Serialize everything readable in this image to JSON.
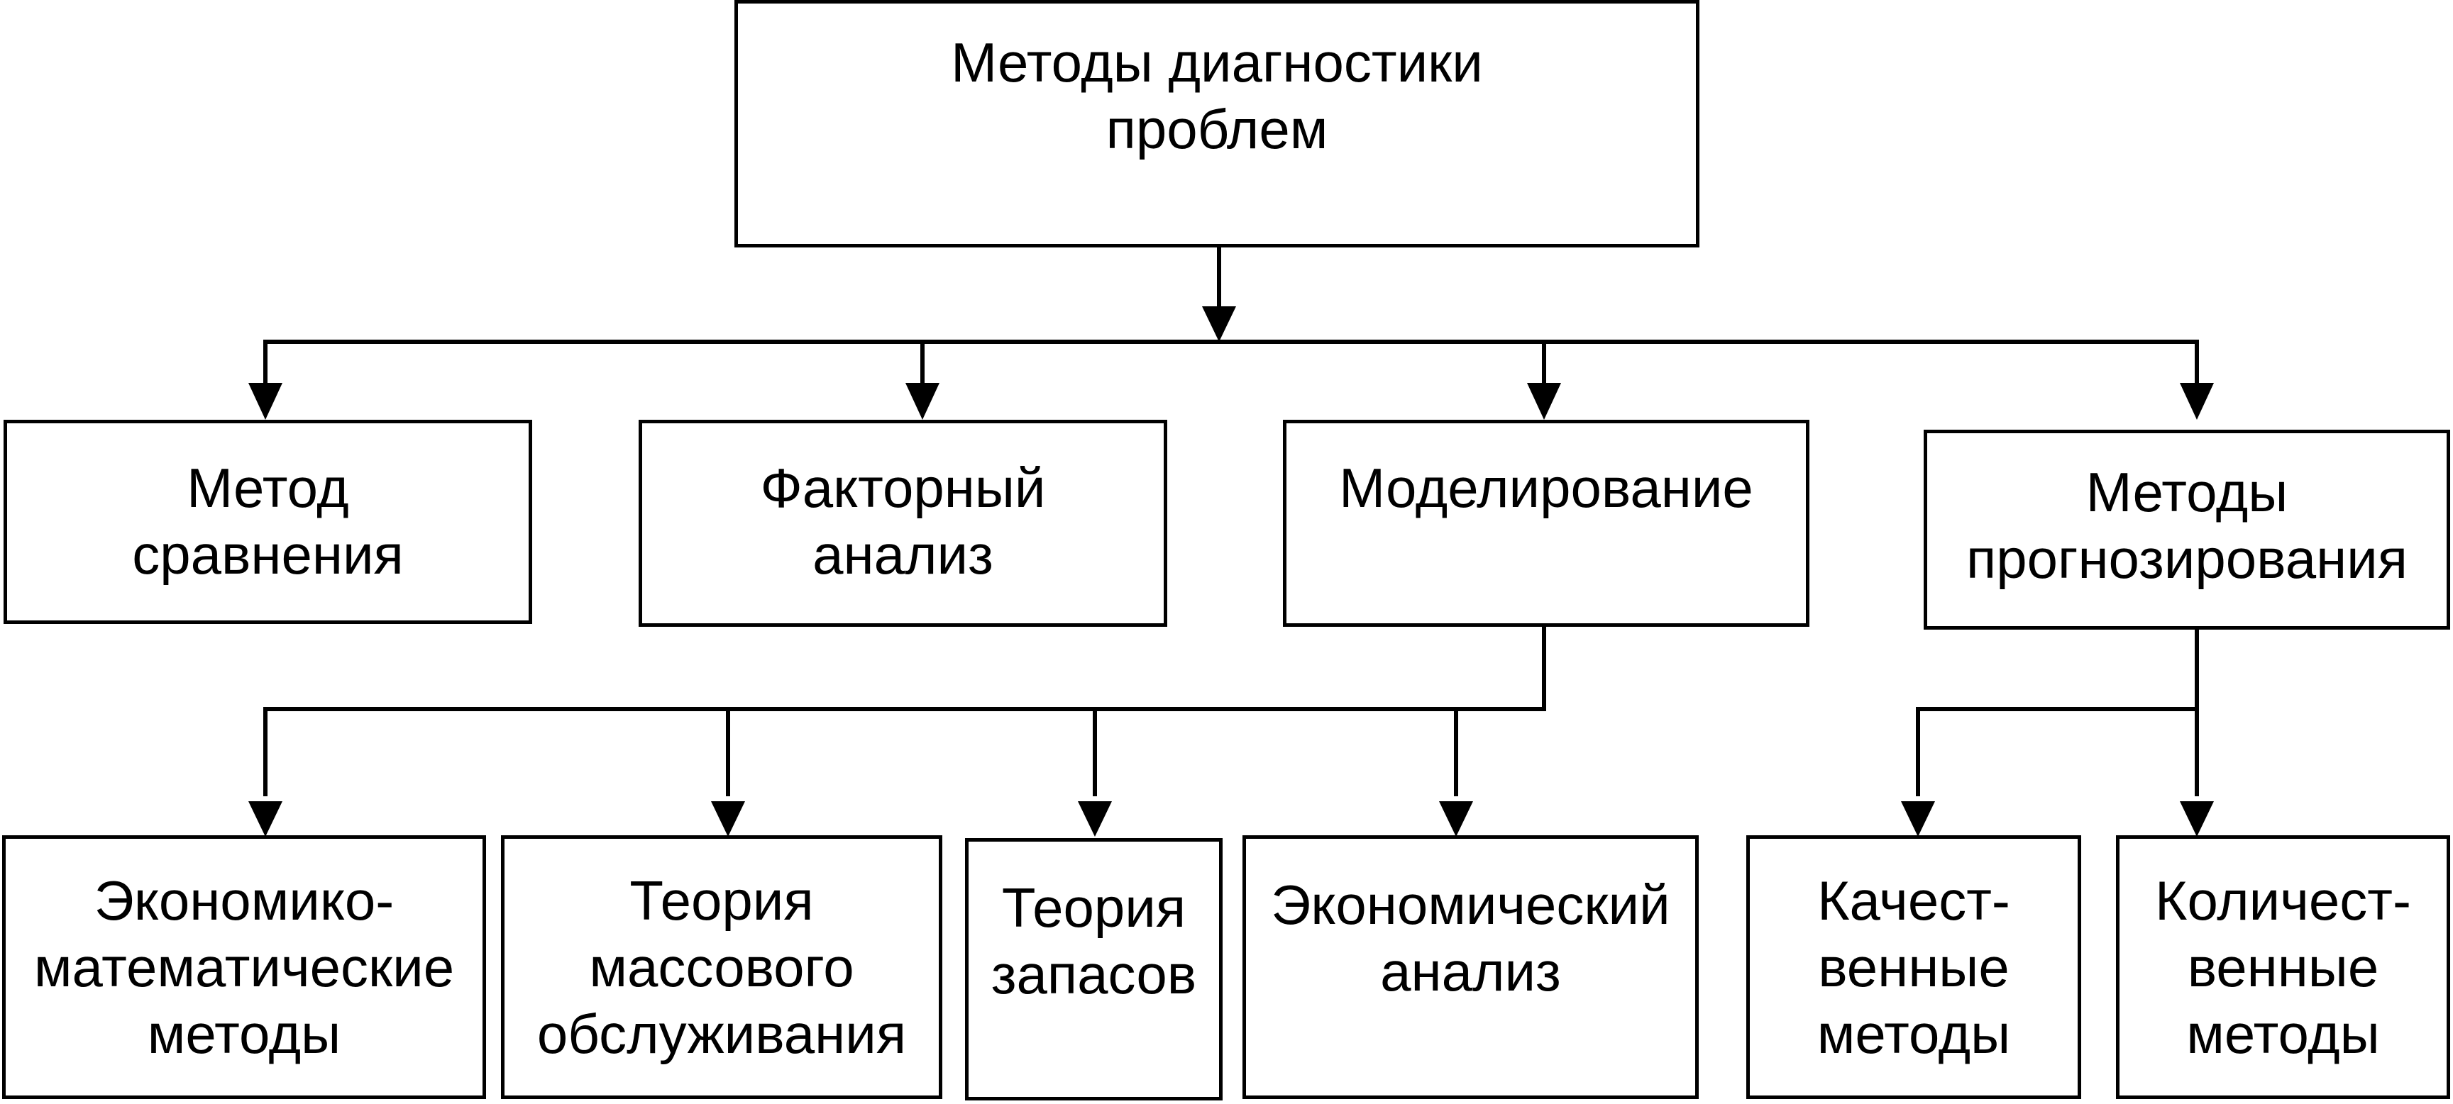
{
  "root": {
    "label": "Методы диагностики\nпроблем"
  },
  "level1": [
    {
      "id": "comparison",
      "label": "Метод\nсравнения"
    },
    {
      "id": "factor",
      "label": "Факторный\nанализ"
    },
    {
      "id": "modeling",
      "label": "Моделирование"
    },
    {
      "id": "forecasting",
      "label": "Методы\nпрогнозирования"
    }
  ],
  "modeling_children": [
    {
      "id": "econ-math",
      "label": "Экономико-\nматематические\nметоды"
    },
    {
      "id": "queueing",
      "label": "Теория\nмассового\nобслуживания"
    },
    {
      "id": "inventory",
      "label": "Теория\nзапасов"
    },
    {
      "id": "econ-analysis",
      "label": "Экономический\nанализ"
    }
  ],
  "forecasting_children": [
    {
      "id": "qualitative",
      "label": "Качест-\nвенные\nметоды"
    },
    {
      "id": "quantitative",
      "label": "Количест-\nвенные\nметоды"
    }
  ]
}
